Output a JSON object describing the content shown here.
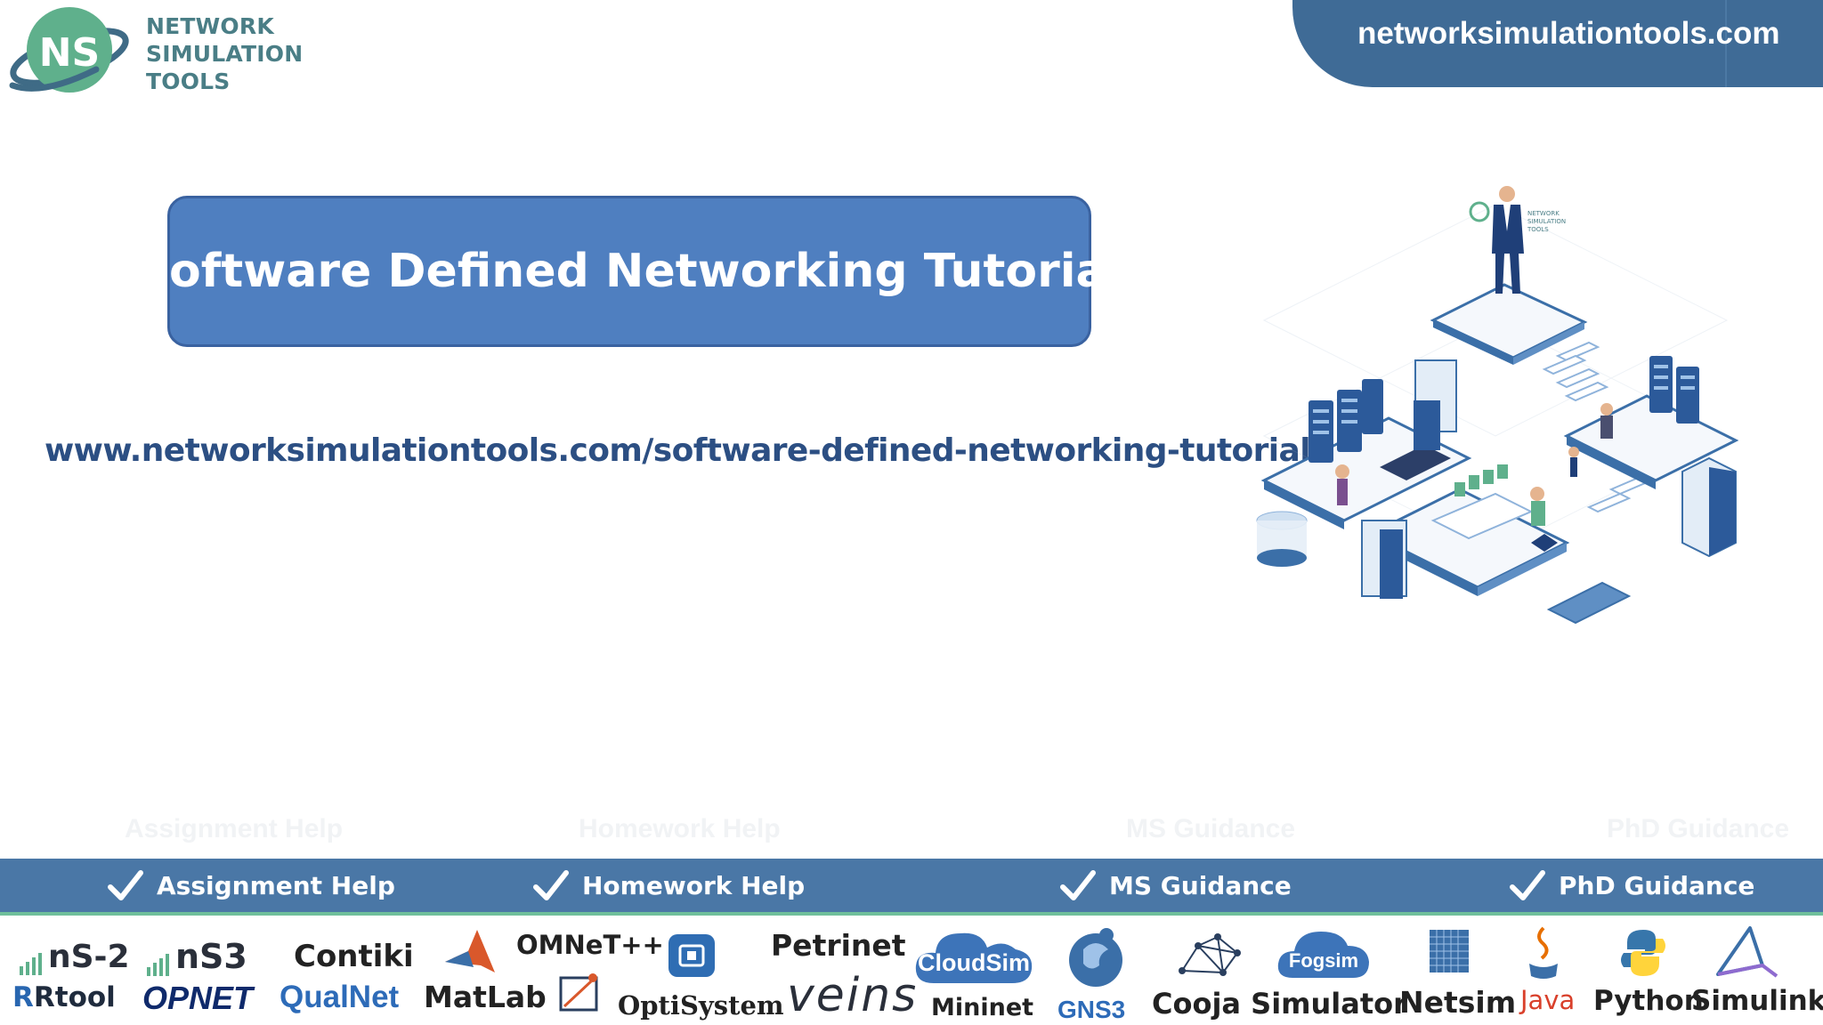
{
  "header": {
    "logo_lines": [
      "NETWORK",
      "SIMULATION",
      "TOOLS"
    ],
    "logo_mark": "NS",
    "site": "networksimulationtools.com"
  },
  "main": {
    "title": "Software Defined Networking Tutorial",
    "url": "www.networksimulationtools.com/software-defined-networking-tutorial/",
    "illustration_caption": [
      "NETWORK",
      "SIMULATION",
      "TOOLS"
    ]
  },
  "services": [
    {
      "label": "Assignment Help",
      "icon": "check-icon"
    },
    {
      "label": "Homework Help",
      "icon": "check-icon"
    },
    {
      "label": "MS  Guidance",
      "icon": "check-icon"
    },
    {
      "label": "PhD  Guidance",
      "icon": "check-icon"
    }
  ],
  "tools": {
    "ns2": "nS-2",
    "ns3": "nS3",
    "contiki": "Contiki",
    "omnet": "OMNeT++",
    "petrinet": "Petrinet",
    "cloudsim": "CloudSim",
    "fogsim": "Fogsim",
    "rtool": "Rtool",
    "rtool_mark": "R",
    "opnet": "OPNET",
    "qualnet": "QualNet",
    "matlab": "MatLab",
    "optisystem": "OptiSystem",
    "veins": "veins",
    "mininet": "Mininet",
    "gns3": "GNS3",
    "cooja": "Cooja Simulator",
    "netsim": "Netsim",
    "java": "Java",
    "python": "Python",
    "simulink": "Simulink"
  },
  "colors": {
    "brand_blue": "#4a77a6",
    "title_blue": "#4f7fc0",
    "url_blue": "#2c4f83",
    "logo_teal": "#4a7e86",
    "logo_green": "#5fb08c",
    "bar_accent": "#6fbf9b"
  }
}
